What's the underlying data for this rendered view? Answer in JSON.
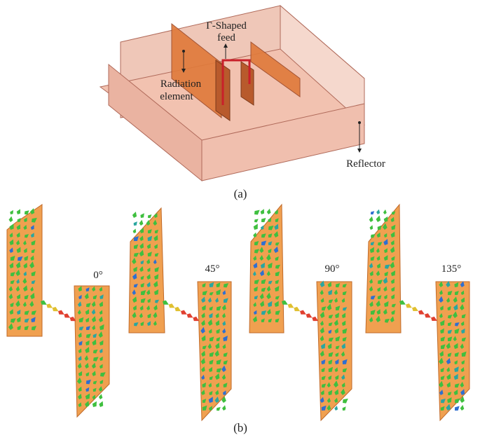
{
  "panel_a": {
    "label_feed_line1": "Γ-Shaped",
    "label_feed_line2": "feed",
    "label_radiation_line1": "Radiation",
    "label_radiation_line2": "element",
    "label_reflector": "Reflector",
    "caption": "(a)"
  },
  "panel_b": {
    "caption": "(b)",
    "phases": [
      {
        "label": "0°"
      },
      {
        "label": "45°"
      },
      {
        "label": "90°"
      },
      {
        "label": "135°"
      }
    ]
  },
  "colors": {
    "reflector_fill": "#f2c2b0",
    "reflector_edge": "#b06a5a",
    "element_fill": "#e07b3c",
    "element_dark": "#9c4a2a",
    "feed": "#c8202a",
    "arrow_green": "#3fbf3f",
    "arrow_teal": "#2aa6a0",
    "arrow_blue": "#2f6fd0",
    "arrow_yellow": "#e0c030",
    "arrow_red": "#e04030"
  }
}
